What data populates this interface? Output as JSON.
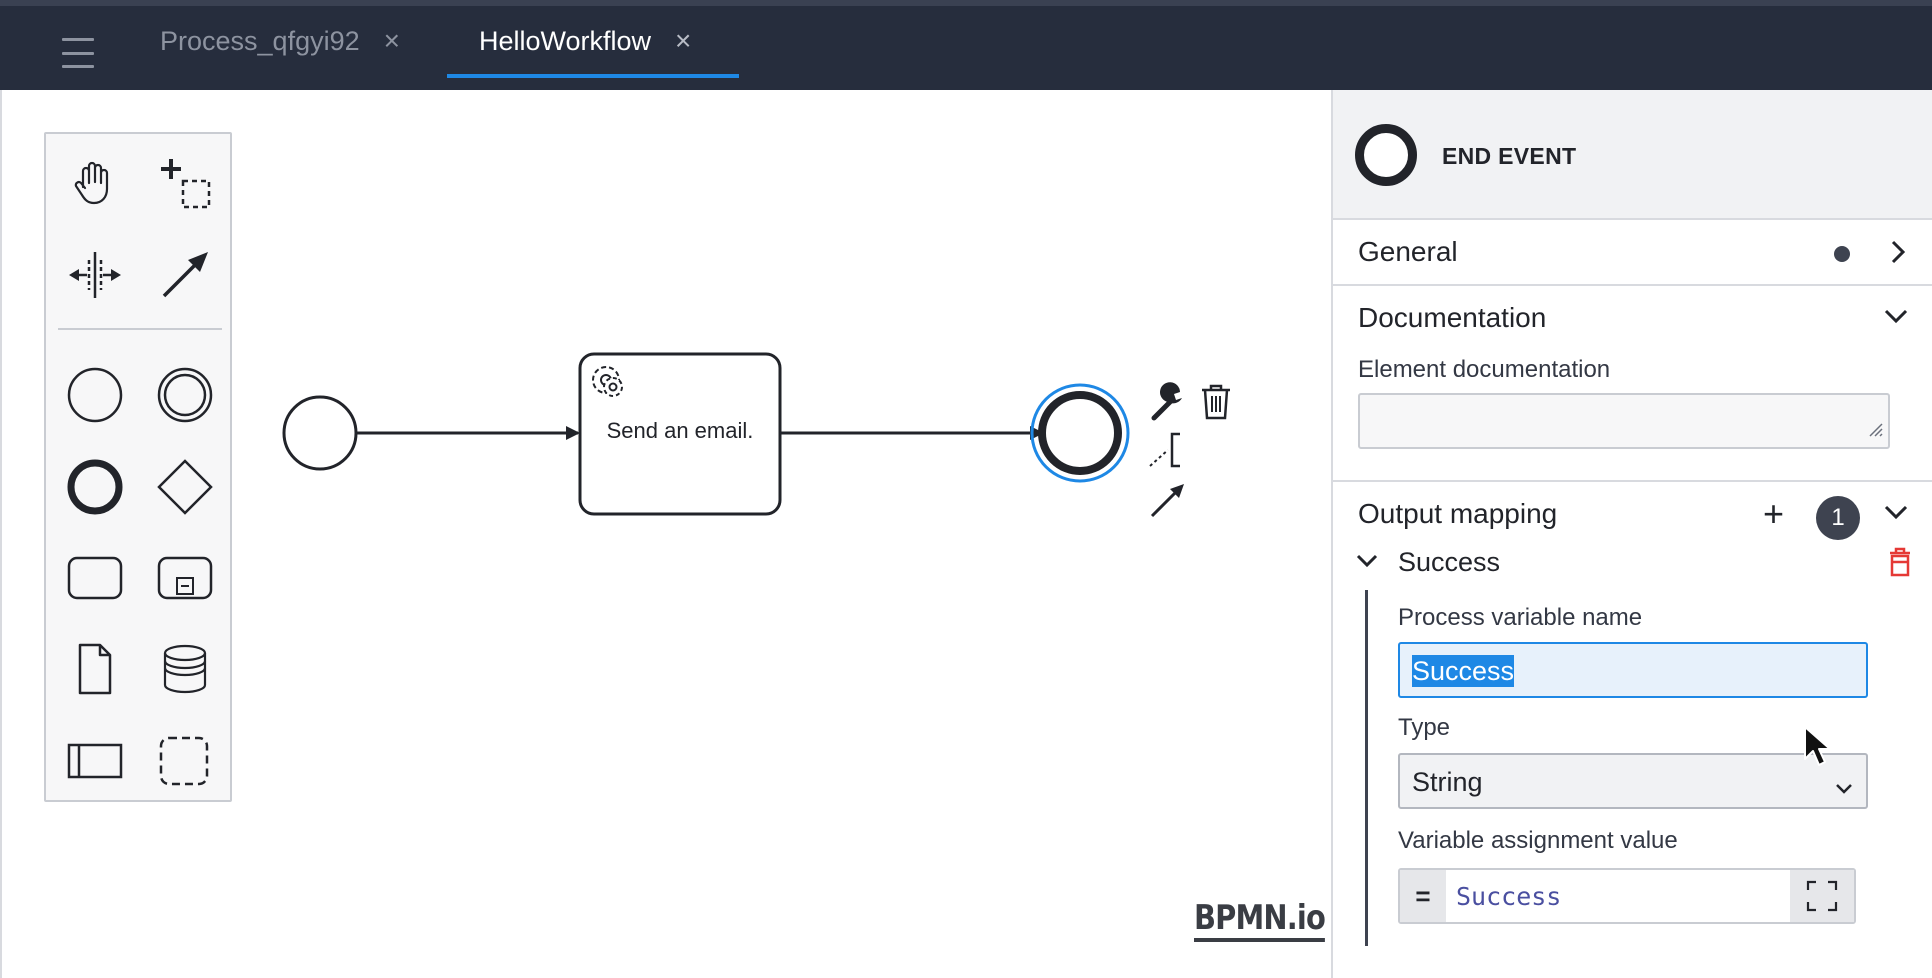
{
  "tabs": [
    {
      "label": "Process_qfgyi92",
      "close": "×"
    },
    {
      "label": "HelloWorkflow",
      "close": "×",
      "active": true
    }
  ],
  "canvas": {
    "task_label": "Send an email.",
    "logo": "BPMN.io",
    "palette_tools": [
      "hand-tool-icon",
      "lasso-tool-icon",
      "space-tool-icon",
      "global-connect-tool-icon",
      "start-event-icon",
      "intermediate-event-icon",
      "end-event-icon",
      "gateway-icon",
      "task-icon",
      "subprocess-icon",
      "data-object-icon",
      "data-store-icon",
      "participant-icon",
      "group-icon"
    ],
    "context_pad": [
      "wrench-icon",
      "trash-icon",
      "text-annotation-icon",
      "connect-icon"
    ]
  },
  "panel": {
    "element_type": "END EVENT",
    "groups": {
      "general": {
        "label": "General"
      },
      "documentation": {
        "label": "Documentation",
        "field_label": "Element documentation",
        "value": ""
      },
      "output_mapping": {
        "label": "Output mapping",
        "count": "1",
        "add": "+",
        "entry": {
          "title": "Success",
          "process_variable_label": "Process variable name",
          "process_variable_value": "Success",
          "type_label": "Type",
          "type_value": "String",
          "assignment_label": "Variable assignment value",
          "assignment_prefix": "=",
          "assignment_value": "Success"
        }
      }
    }
  },
  "colors": {
    "topbar": "#262d3d",
    "accent": "#1e88e5",
    "delete": "#e53935",
    "text": "#22242a"
  }
}
